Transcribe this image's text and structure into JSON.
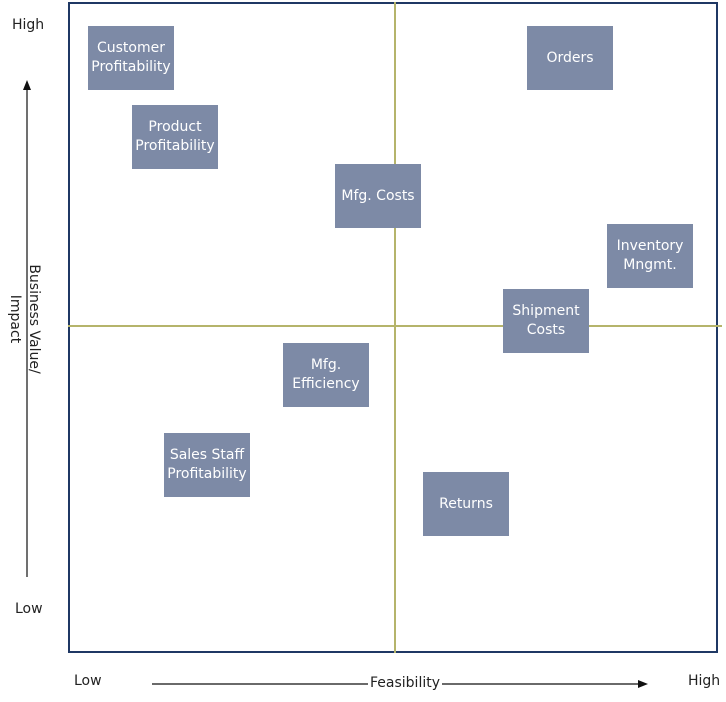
{
  "axes": {
    "y_high": "High",
    "y_low": "Low",
    "x_low": "Low",
    "x_high": "High",
    "x_title": "Feasibility",
    "y_title_line1": "Business Value/",
    "y_title_line2": "Impact"
  },
  "colors": {
    "box_fill": "#7d8aa6",
    "quadrant_line": "#b5b46b",
    "frame": "#1f3864"
  },
  "items": [
    {
      "line1": "Customer",
      "line2": "Profitability"
    },
    {
      "line1": "Product",
      "line2": "Profitability"
    },
    {
      "line1": "Orders",
      "line2": ""
    },
    {
      "line1": "Mfg. Costs",
      "line2": ""
    },
    {
      "line1": "Inventory",
      "line2": "Mngmt."
    },
    {
      "line1": "Shipment",
      "line2": "Costs"
    },
    {
      "line1": "Mfg.",
      "line2": "Efficiency"
    },
    {
      "line1": "Sales Staff",
      "line2": "Profitability"
    },
    {
      "line1": "Returns",
      "line2": ""
    }
  ]
}
